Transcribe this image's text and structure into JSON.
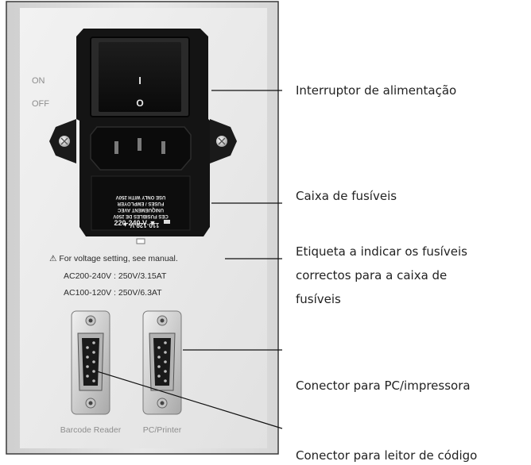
{
  "panel": {
    "switch_on": "ON",
    "switch_off": "OFF",
    "switch_mark_on": "I",
    "switch_mark_off": "O",
    "fuse_label_lines": [
      "110-120 V ▲",
      "CES FUSIBLES DE 250V",
      "UNIQUEMENT AVEC",
      "FUSES / EMPLOYER",
      "USE ONLY WITH 250V",
      "220-240 V ▼"
    ],
    "warning_text": "⚠ For voltage setting, see manual.",
    "fuse_spec_1": "AC200-240V : 250V/3.15AT",
    "fuse_spec_2": "AC100-120V : 250V/6.3AT",
    "port_left_label": "Barcode Reader",
    "port_right_label": "PC/Printer"
  },
  "callouts": {
    "power_switch": "Interruptor de alimentação",
    "fuse_box": "Caixa de fusíveis",
    "fuse_label_line1": "Etiqueta a indicar os fusíveis",
    "fuse_label_line2": "correctos para a caixa de",
    "fuse_label_line3": "fusíveis",
    "pc_printer_connector": "Conector para PC/impressora",
    "barcode_connector": "Conector para leitor de código"
  }
}
